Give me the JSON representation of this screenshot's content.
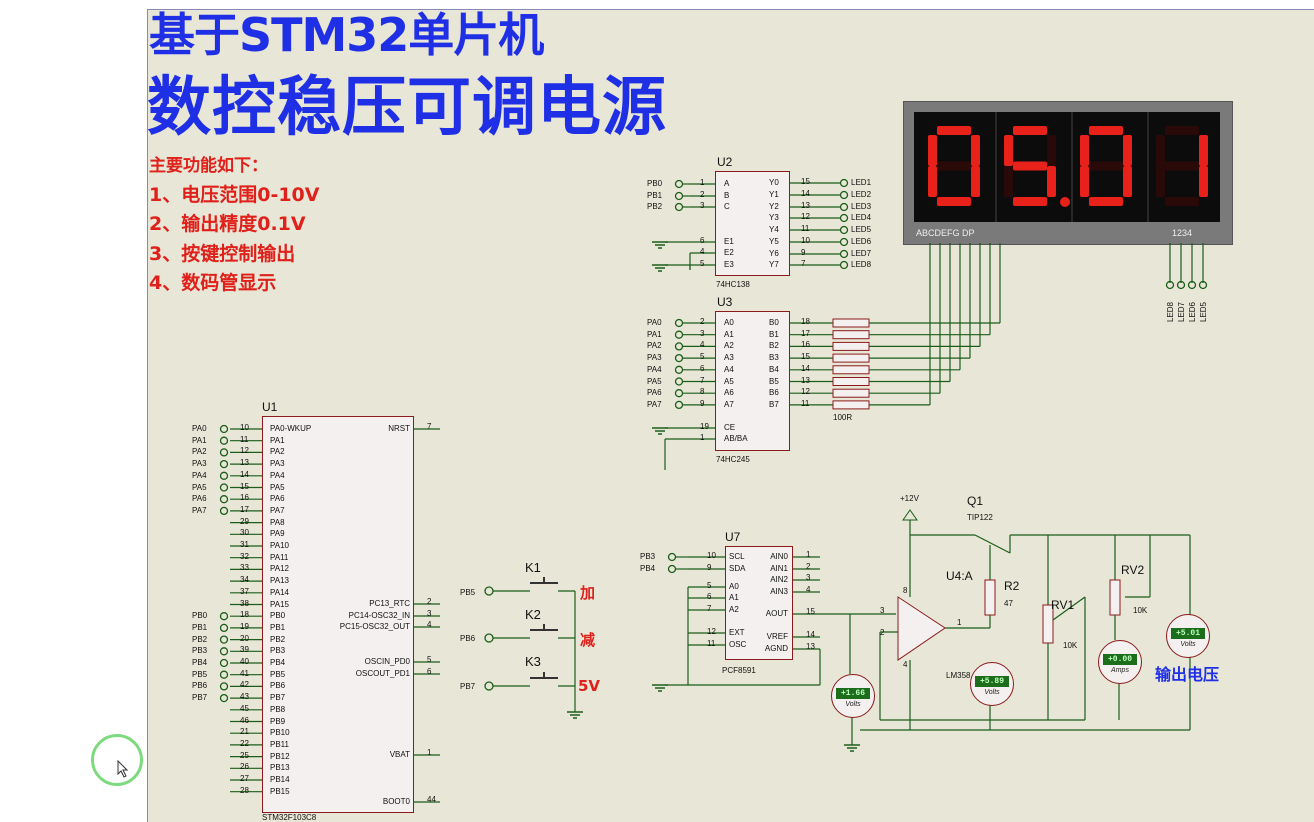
{
  "title": {
    "line1": "基于STM32单片机",
    "line2": "数控稳压可调电源"
  },
  "features": {
    "heading": "主要功能如下：",
    "items": [
      "1、电压范围0-10V",
      "2、输出精度0.1V",
      "3、按键控制输出",
      "4、数码管显示"
    ]
  },
  "display": {
    "digits": "05.01",
    "segment_labels": "ABCDEFG DP",
    "digit_labels": "1234",
    "led_labels": [
      "LED8",
      "LED7",
      "LED6",
      "LED5"
    ],
    "color": "#e8211a"
  },
  "u2": {
    "ref": "U2",
    "part": "74HC138",
    "left_pins": [
      "A",
      "B",
      "C",
      "E1",
      "E2",
      "E3"
    ],
    "left_nums": [
      "1",
      "2",
      "3",
      "6",
      "4",
      "5"
    ],
    "right_pins": [
      "Y0",
      "Y1",
      "Y2",
      "Y3",
      "Y4",
      "Y5",
      "Y6",
      "Y7"
    ],
    "right_nums": [
      "15",
      "14",
      "13",
      "12",
      "11",
      "10",
      "9",
      "7"
    ],
    "inputs": [
      "PB0",
      "PB1",
      "PB2"
    ],
    "outputs": [
      "LED1",
      "LED2",
      "LED3",
      "LED4",
      "LED5",
      "LED6",
      "LED7",
      "LED8"
    ]
  },
  "u3": {
    "ref": "U3",
    "part": "74HC245",
    "left_pins": [
      "A0",
      "A1",
      "A2",
      "A3",
      "A4",
      "A5",
      "A6",
      "A7"
    ],
    "left_nums": [
      "2",
      "3",
      "4",
      "5",
      "6",
      "7",
      "8",
      "9"
    ],
    "right_pins": [
      "B0",
      "B1",
      "B2",
      "B3",
      "B4",
      "B5",
      "B6",
      "B7"
    ],
    "right_nums": [
      "18",
      "17",
      "16",
      "15",
      "14",
      "13",
      "12",
      "11"
    ],
    "inputs": [
      "PA0",
      "PA1",
      "PA2",
      "PA3",
      "PA4",
      "PA5",
      "PA6",
      "PA7"
    ],
    "ctrl_pins": [
      "CE",
      "AB/BA"
    ],
    "ctrl_nums": [
      "19",
      "1"
    ],
    "resistor": "100R"
  },
  "u1": {
    "ref": "U1",
    "part": "STM32F103C8",
    "left_pins": [
      "PA0-WKUP",
      "PA1",
      "PA2",
      "PA3",
      "PA4",
      "PA5",
      "PA6",
      "PA7",
      "PA8",
      "PA9",
      "PA10",
      "PA11",
      "PA12",
      "PA13",
      "PA14",
      "PA15",
      "PB0",
      "PB1",
      "PB2",
      "PB3",
      "PB4",
      "PB5",
      "PB6",
      "PB7",
      "PB8",
      "PB9",
      "PB10",
      "PB11",
      "PB12",
      "PB13",
      "PB14",
      "PB15"
    ],
    "left_nums": [
      "10",
      "11",
      "12",
      "13",
      "14",
      "15",
      "16",
      "17",
      "29",
      "30",
      "31",
      "32",
      "33",
      "34",
      "37",
      "38",
      "18",
      "19",
      "20",
      "39",
      "40",
      "41",
      "42",
      "43",
      "45",
      "46",
      "21",
      "22",
      "25",
      "26",
      "27",
      "28"
    ],
    "nets_a": [
      "PA0",
      "PA1",
      "PA2",
      "PA3",
      "PA4",
      "PA5",
      "PA6",
      "PA7"
    ],
    "nets_b": [
      "PB0",
      "PB1",
      "PB2",
      "PB3",
      "PB4",
      "PB5",
      "PB6",
      "PB7"
    ],
    "right_pins": [
      "NRST",
      "PC13_RTC",
      "PC14-OSC32_IN",
      "PC15-OSC32_OUT",
      "OSCIN_PD0",
      "OSCOUT_PD1",
      "VBAT",
      "BOOT0"
    ],
    "right_nums": [
      "7",
      "2",
      "3",
      "4",
      "5",
      "6",
      "1",
      "44"
    ]
  },
  "keys": {
    "labels": [
      "K1",
      "K2",
      "K3"
    ],
    "nets": [
      "PB5",
      "PB6",
      "PB7"
    ],
    "actions": [
      "加",
      "减",
      "5V"
    ]
  },
  "u7": {
    "ref": "U7",
    "part": "PCF8591",
    "left_pins": [
      "SCL",
      "SDA",
      "A0",
      "A1",
      "A2",
      "EXT",
      "OSC"
    ],
    "left_nums": [
      "10",
      "9",
      "5",
      "6",
      "7",
      "12",
      "11"
    ],
    "right_pins": [
      "AIN0",
      "AIN1",
      "AIN2",
      "AIN3",
      "AOUT",
      "VREF",
      "AGND"
    ],
    "right_nums": [
      "1",
      "2",
      "3",
      "4",
      "15",
      "14",
      "13"
    ],
    "inputs": [
      "PB3",
      "PB4"
    ]
  },
  "power": {
    "supply": "+12V",
    "q1": "Q1",
    "q1_part": "TIP122",
    "u4": "U4:A",
    "u4_part": "LM358",
    "r2": "R2",
    "r2_val": "47",
    "rv1": "RV1",
    "rv1_val": "10K",
    "rv2": "RV2",
    "rv2_val": "10K",
    "pin3": "3",
    "pin2": "2",
    "pin1": "1",
    "pin8": "8",
    "pin4": "4"
  },
  "meters": {
    "m1": {
      "value": "+1.66",
      "unit": "Volts"
    },
    "m2": {
      "value": "+5.89",
      "unit": "Volts"
    },
    "m3": {
      "value": "+0.00",
      "unit": "Amps"
    },
    "m4": {
      "value": "+5.01",
      "unit": "Volts"
    }
  },
  "output_label": "输出电压"
}
